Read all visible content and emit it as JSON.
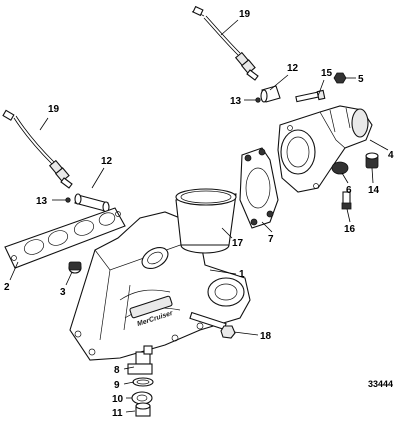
{
  "figure_number": "33444",
  "callouts": {
    "c1": "1",
    "c2": "2",
    "c3": "3",
    "c4": "4",
    "c5": "5",
    "c6": "6",
    "c7": "7",
    "c8": "8",
    "c9": "9",
    "c10": "10",
    "c11": "11",
    "c12a": "12",
    "c12b": "12",
    "c13a": "13",
    "c13b": "13",
    "c14": "14",
    "c15": "15",
    "c16": "16",
    "c17": "17",
    "c18": "18",
    "c19a": "19",
    "c19b": "19"
  },
  "manifold_logo_text": "MerCruiser"
}
